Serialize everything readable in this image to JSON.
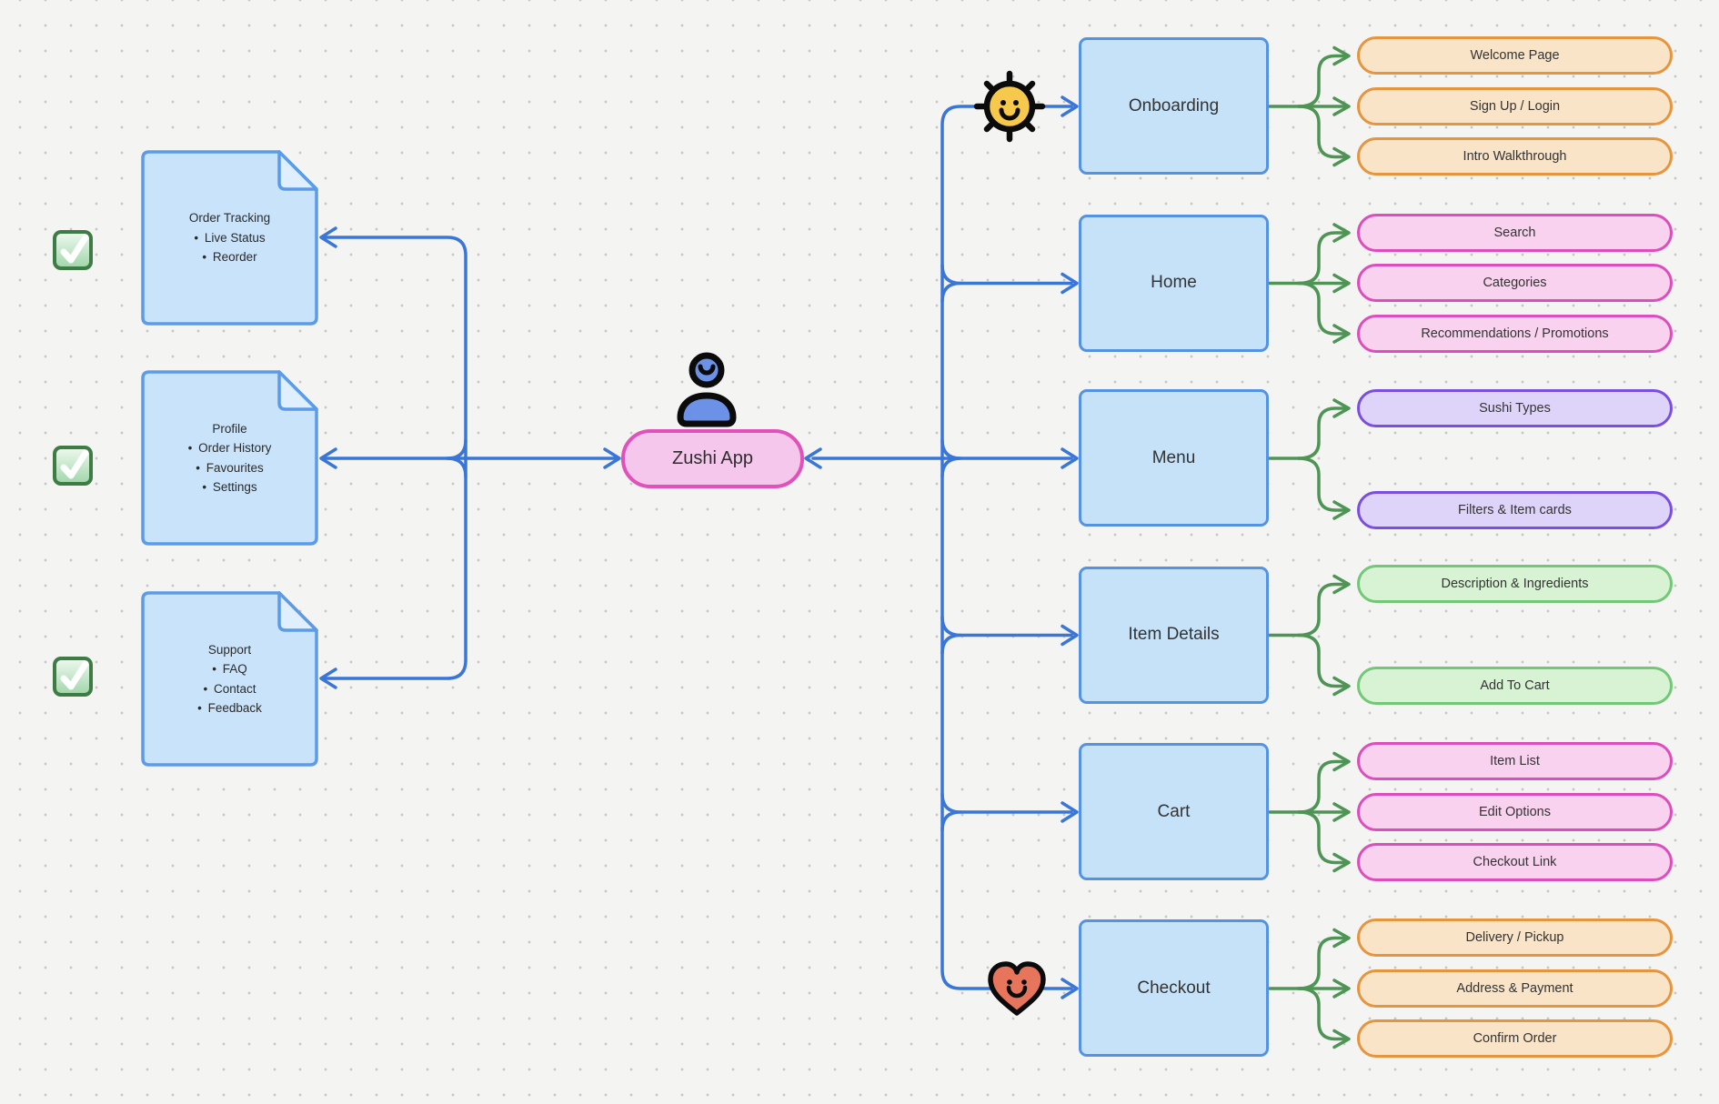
{
  "title": "Zushi App flow diagram",
  "center": {
    "label": "Zushi App"
  },
  "notes": [
    {
      "title": "Order Tracking",
      "items": [
        "Live Status",
        "Reorder"
      ]
    },
    {
      "title": "Profile",
      "items": [
        "Order History",
        "Favourites",
        "Settings"
      ]
    },
    {
      "title": "Support",
      "items": [
        "FAQ",
        "Contact",
        "Feedback"
      ]
    }
  ],
  "screens": [
    {
      "label": "Onboarding",
      "children": [
        "Welcome Page",
        "Sign Up / Login",
        "Intro Walkthrough"
      ]
    },
    {
      "label": "Home",
      "children": [
        "Search",
        "Categories",
        "Recommendations / Promotions"
      ]
    },
    {
      "label": "Menu",
      "children": [
        "Sushi Types",
        "Filters &  Item cards"
      ]
    },
    {
      "label": "Item Details",
      "children": [
        "Description & Ingredients",
        "Add To Cart"
      ]
    },
    {
      "label": "Cart",
      "children": [
        "Item List",
        "Edit Options",
        "Checkout Link"
      ]
    },
    {
      "label": "Checkout",
      "children": [
        "Delivery / Pickup",
        "Address & Payment",
        "Confirm Order"
      ]
    }
  ],
  "icons": {
    "onboarding_marker": "sun-smiley-icon",
    "checkout_marker": "heart-smiley-icon",
    "center_marker": "person-icon",
    "note_marker": "green-checkbox-icon"
  },
  "colors": {
    "background": "#F4F4F2",
    "screen_box_fill": "#C6E2F9",
    "screen_box_border": "#5493E3",
    "note_fill": "#C8E3FA",
    "note_border": "#5B9BE8",
    "center_fill": "#F6C7EC",
    "center_border": "#E052BA",
    "pill_orange_fill": "#FAE4C8",
    "pill_orange_border": "#E6953F",
    "pill_pink_fill": "#F8D2EE",
    "pill_pink_border": "#DC4EBB",
    "pill_purple_fill": "#DED4FA",
    "pill_purple_border": "#7A4FE0",
    "pill_green_fill": "#D7F3D4",
    "pill_green_border": "#72C877",
    "edge_blue": "#3A76D8",
    "edge_green": "#4E9455",
    "sun_fill": "#F6C84C",
    "heart_fill": "#E6755B",
    "person_fill": "#6B92E6",
    "checkbox_border": "#3E7B45"
  }
}
